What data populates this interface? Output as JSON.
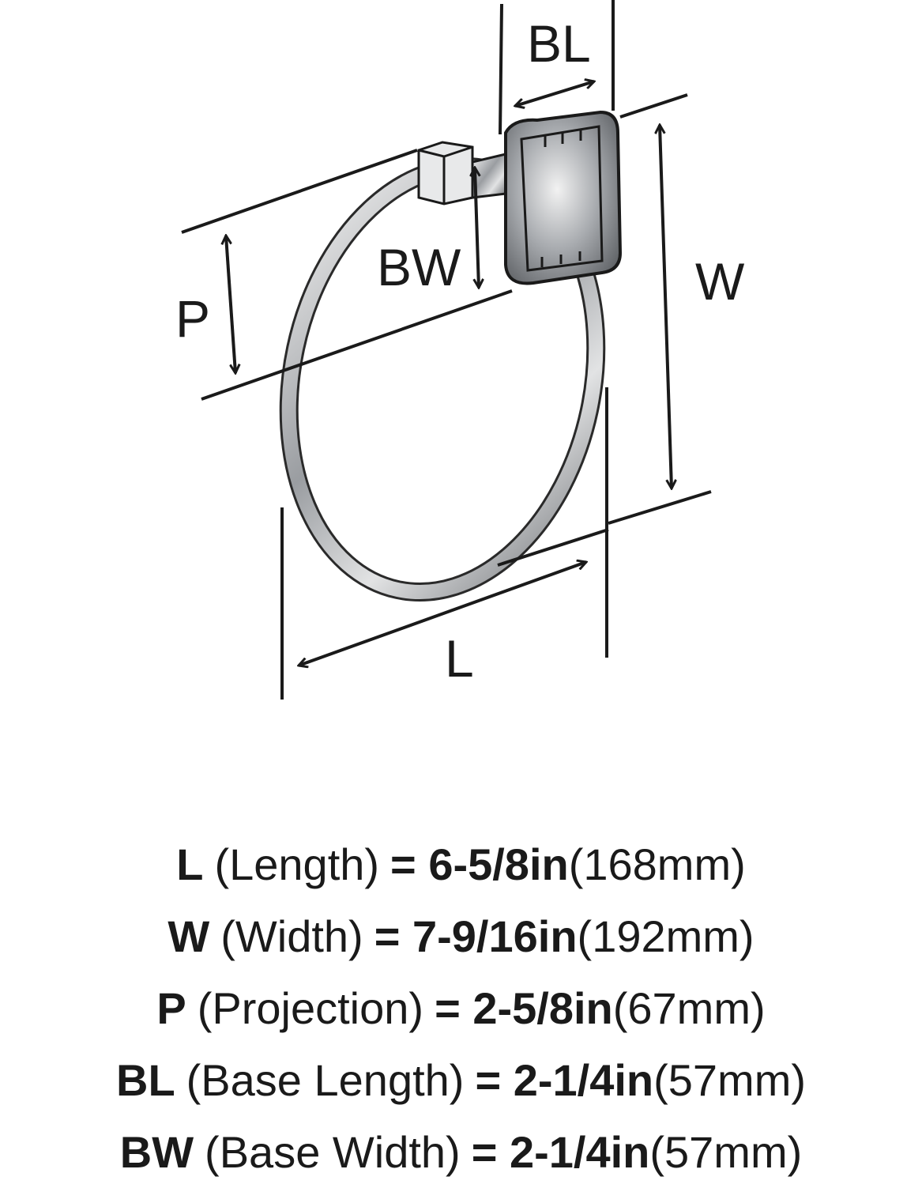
{
  "diagram": {
    "labels": {
      "bl": "BL",
      "bw": "BW",
      "w": "W",
      "p": "P",
      "l": "L"
    },
    "finish_color": "#b9bcc0",
    "line_color": "#1a1a1a"
  },
  "specs": [
    {
      "key": "L",
      "desc": "(Length)",
      "imperial": "6-5/8in",
      "metric": "(168mm)"
    },
    {
      "key": "W",
      "desc": "(Width)",
      "imperial": "7-9/16in",
      "metric": "(192mm)"
    },
    {
      "key": "P",
      "desc": "(Projection)",
      "imperial": "2-5/8in",
      "metric": "(67mm)"
    },
    {
      "key": "BL",
      "desc": "(Base Length)",
      "imperial": "2-1/4in",
      "metric": "(57mm)"
    },
    {
      "key": "BW",
      "desc": "(Base Width)",
      "imperial": "2-1/4in",
      "metric": "(57mm)"
    }
  ],
  "equals": "="
}
